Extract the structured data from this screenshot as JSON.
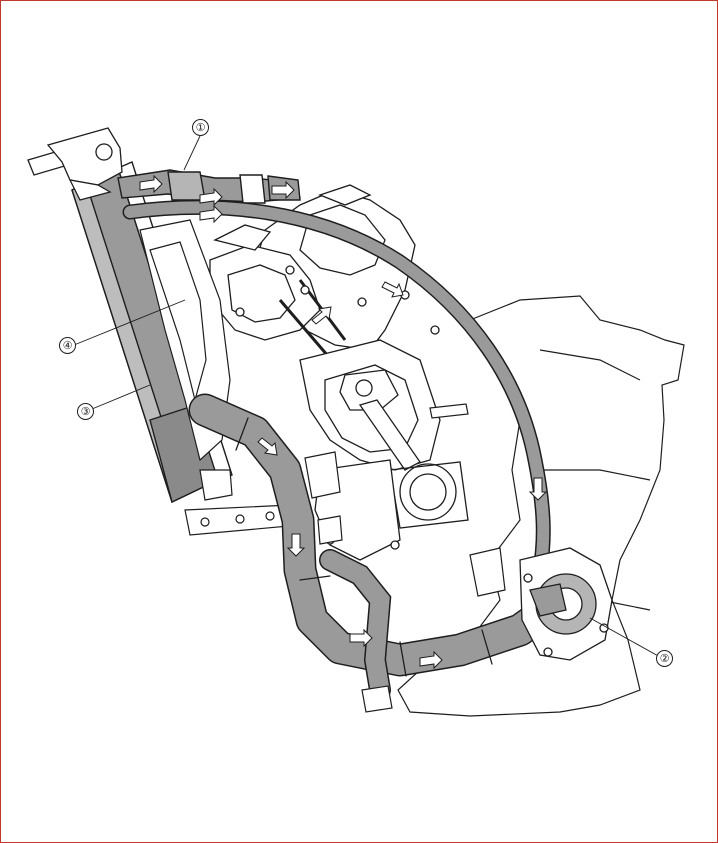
{
  "diagram": {
    "colors": {
      "frame": "#c0392b",
      "line": "#1e1e1e",
      "hose_fill": "#9a9a9a",
      "radiator_fill": "#9a9a9a",
      "engine_fill": "#ffffff",
      "background": "#ffffff"
    },
    "callouts": [
      {
        "id": "c1",
        "label": "①"
      },
      {
        "id": "c2",
        "label": "②"
      },
      {
        "id": "c3",
        "label": "③"
      },
      {
        "id": "c4",
        "label": "④"
      }
    ]
  }
}
